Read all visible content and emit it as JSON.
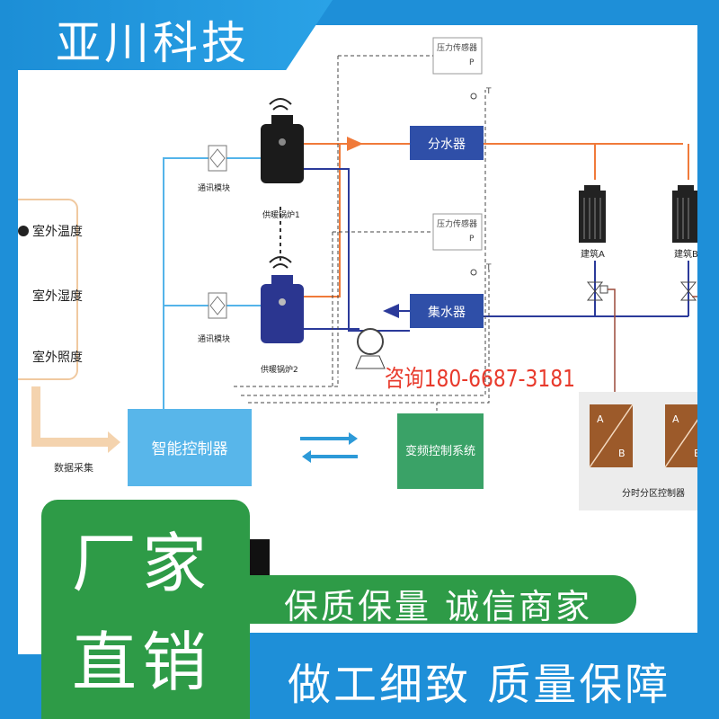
{
  "brand": {
    "title": "亚川科技"
  },
  "diagram": {
    "sensors": [
      "室外温度",
      "室外湿度",
      "室外照度"
    ],
    "data_collection": "数据采集",
    "controller": "智能控制器",
    "vfd": "变频控制系统",
    "comm_module": "通讯模块",
    "boiler_1": "供暖锅炉1",
    "boiler_2": "供暖锅炉2",
    "pressure_sensor": "压力传感器",
    "pressure_p": "P",
    "temp_t": "T",
    "distributor": "分水器",
    "collector": "集水器",
    "building_a": "建筑A",
    "building_b": "建筑B",
    "zone_controller": "分时分区控制器",
    "valve_a": "A",
    "valve_b": "B",
    "hotline": "咨询180-6687-3181"
  },
  "slogans": {
    "badge_line1": "厂家",
    "badge_line2": "直销",
    "top": "保质保量 诚信商家",
    "bottom": "做工细致 质量保障"
  },
  "colors": {
    "frame_blue": "#1e8fd8",
    "accent_green": "#2e9b47",
    "supply_orange": "#f07a3a",
    "return_blue": "#2b3a9a",
    "control_blue": "#54b4ea"
  }
}
